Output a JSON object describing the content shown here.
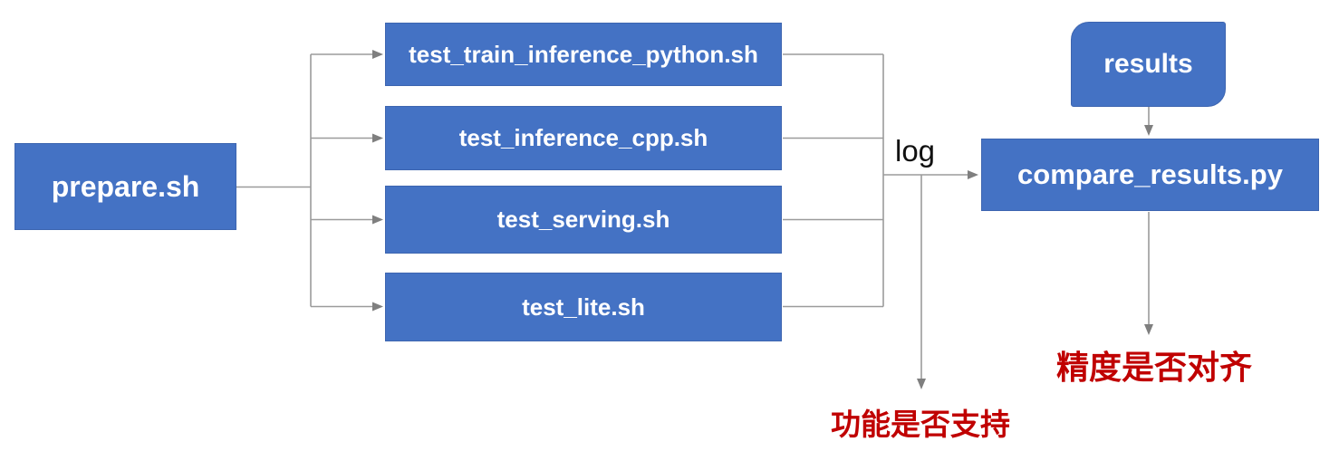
{
  "diagram": {
    "title_hint": "test pipeline flowchart",
    "nodes": {
      "prepare": {
        "label": "prepare.sh",
        "shape": "rectangle"
      },
      "test_scripts": [
        {
          "label": "test_train_inference_python.sh",
          "shape": "rectangle"
        },
        {
          "label": "test_inference_cpp.sh",
          "shape": "rectangle"
        },
        {
          "label": "test_serving.sh",
          "shape": "rectangle"
        },
        {
          "label": "test_lite.sh",
          "shape": "rectangle"
        }
      ],
      "results": {
        "label": "results",
        "shape": "rounded-alternate-corners"
      },
      "compare": {
        "label": "compare_results.py",
        "shape": "rectangle"
      }
    },
    "edge_labels": {
      "log": "log"
    },
    "outcomes": {
      "function_support": "功能是否支持",
      "accuracy_alignment": "精度是否对齐"
    },
    "edges": [
      "prepare.sh -> test_train_inference_python.sh",
      "prepare.sh -> test_inference_cpp.sh",
      "prepare.sh -> test_serving.sh",
      "prepare.sh -> test_lite.sh",
      "test scripts -(log)-> compare_results.py",
      "test scripts -(log)-> 功能是否支持",
      "results -> compare_results.py",
      "compare_results.py -> 精度是否对齐"
    ],
    "colors": {
      "node_fill": "#4472C4",
      "node_border": "#3D65B0",
      "node_text": "#FFFFFF",
      "connector_line": "#9B9B9B",
      "arrowhead": "#7F7F7F",
      "outcome_text": "#C00000",
      "edge_label_text": "#111111",
      "background": "#FFFFFF"
    }
  }
}
